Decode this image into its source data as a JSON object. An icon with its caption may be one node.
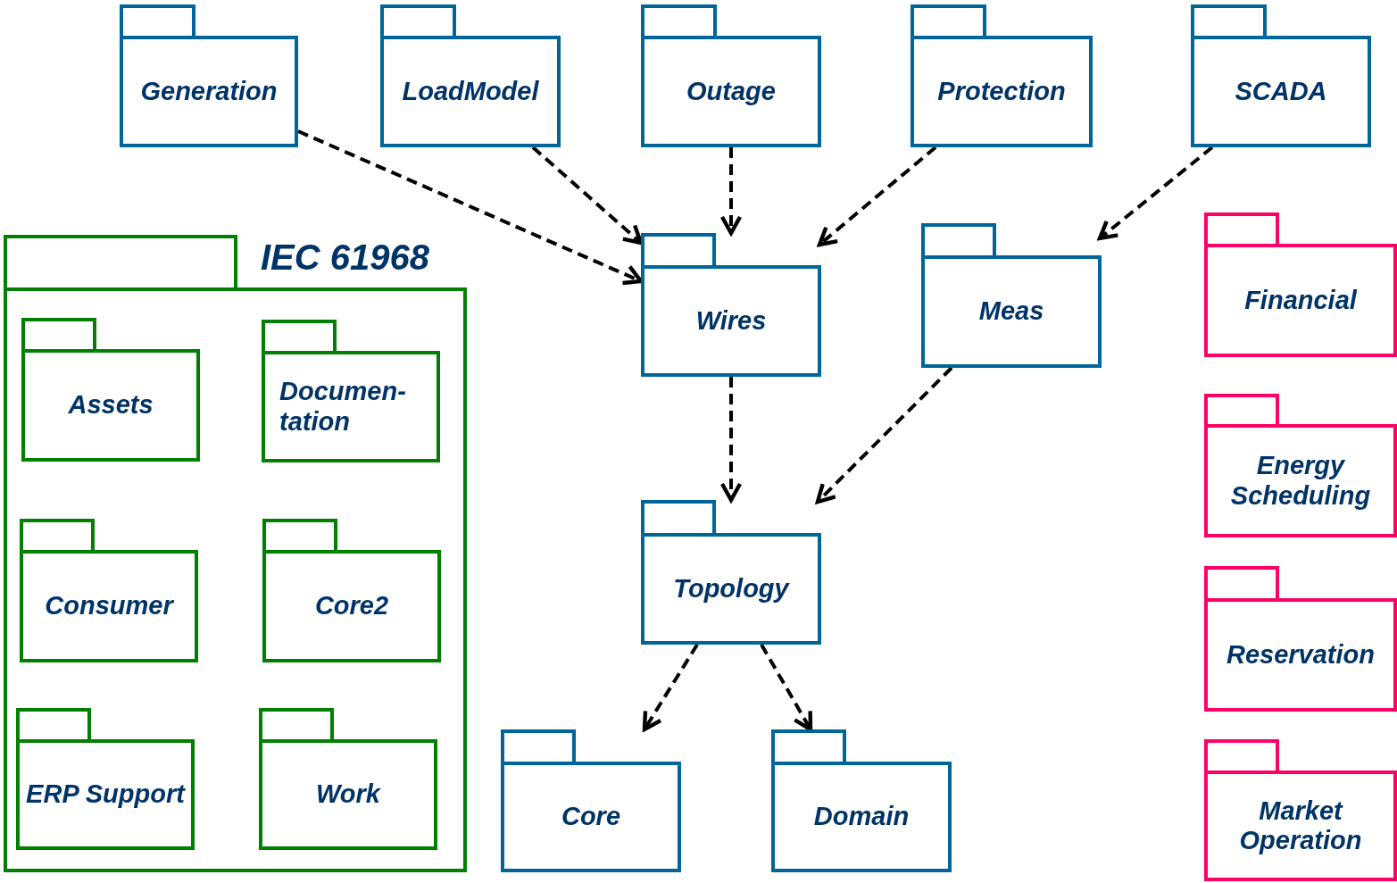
{
  "diagram": {
    "nodes": [
      {
        "text": [
          "Generation"
        ]
      },
      {
        "text": [
          "LoadModel"
        ]
      },
      {
        "text": [
          "Outage"
        ]
      },
      {
        "text": [
          "Protection"
        ]
      },
      {
        "text": [
          "SCADA"
        ]
      },
      {
        "text": [
          "IEC 61968"
        ]
      },
      {
        "text": [
          "Assets"
        ],
        "in": 5
      },
      {
        "text": [
          "Documen- tation"
        ],
        "in": 5
      },
      {
        "text": [
          "Consumer"
        ],
        "in": 5
      },
      {
        "text": [
          "Core2"
        ],
        "in": 5
      },
      {
        "text": [
          "ERP Support"
        ],
        "in": 5
      },
      {
        "text": [
          "Work"
        ],
        "in": 5
      },
      {
        "text": [
          "Wires"
        ]
      },
      {
        "text": [
          "Meas"
        ]
      },
      {
        "text": [
          "Financial"
        ]
      },
      {
        "text": [
          "Topology"
        ]
      },
      {
        "text": [
          "Energy Scheduling"
        ]
      },
      {
        "text": [
          "Reservation"
        ]
      },
      {
        "text": [
          "Core"
        ]
      },
      {
        "text": [
          "Domain"
        ]
      },
      {
        "text": [
          "Market Operation"
        ]
      }
    ],
    "edges": [
      {
        "from": 0,
        "to": 12,
        "arrow": "to",
        "style": "dashed"
      },
      {
        "from": 1,
        "to": 12,
        "arrow": "to",
        "style": "dashed"
      },
      {
        "from": 2,
        "to": 12,
        "arrow": "to",
        "style": "dashed"
      },
      {
        "from": 3,
        "to": 12,
        "arrow": "to",
        "style": "dashed"
      },
      {
        "from": 4,
        "to": 13,
        "arrow": "to",
        "style": "dashed"
      },
      {
        "from": 12,
        "to": 15,
        "arrow": "to",
        "style": "dashed"
      },
      {
        "from": 13,
        "to": 15,
        "arrow": "to",
        "style": "dashed"
      },
      {
        "from": 15,
        "to": 18,
        "arrow": "to",
        "style": "dashed"
      },
      {
        "from": 15,
        "to": 19,
        "arrow": "to",
        "style": "dashed"
      }
    ]
  }
}
